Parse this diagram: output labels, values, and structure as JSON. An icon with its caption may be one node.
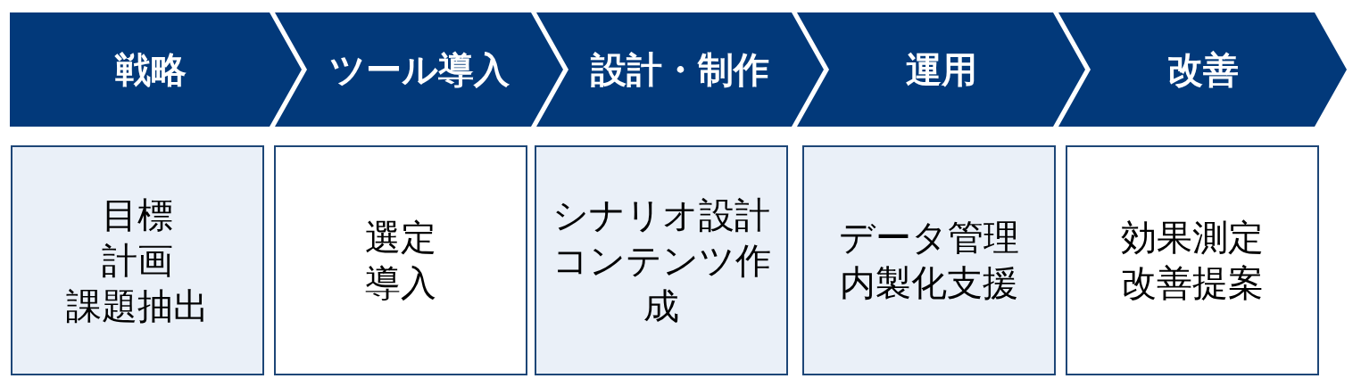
{
  "diagram": {
    "nodes": [
      {
        "text": [
          "戦略"
        ]
      },
      {
        "text": [
          "ツール導入"
        ]
      },
      {
        "text": [
          "設計・制作"
        ]
      },
      {
        "text": [
          "運用"
        ]
      },
      {
        "text": [
          "改善"
        ]
      },
      {
        "text": [
          "目標",
          "計画",
          "課題抽出"
        ]
      },
      {
        "text": [
          "選定",
          "導入"
        ]
      },
      {
        "text": [
          "シナリオ設計",
          "コンテンツ作成"
        ]
      },
      {
        "text": [
          "データ管理",
          "内製化支援"
        ]
      },
      {
        "text": [
          "効果測定",
          "改善提案"
        ]
      }
    ]
  }
}
